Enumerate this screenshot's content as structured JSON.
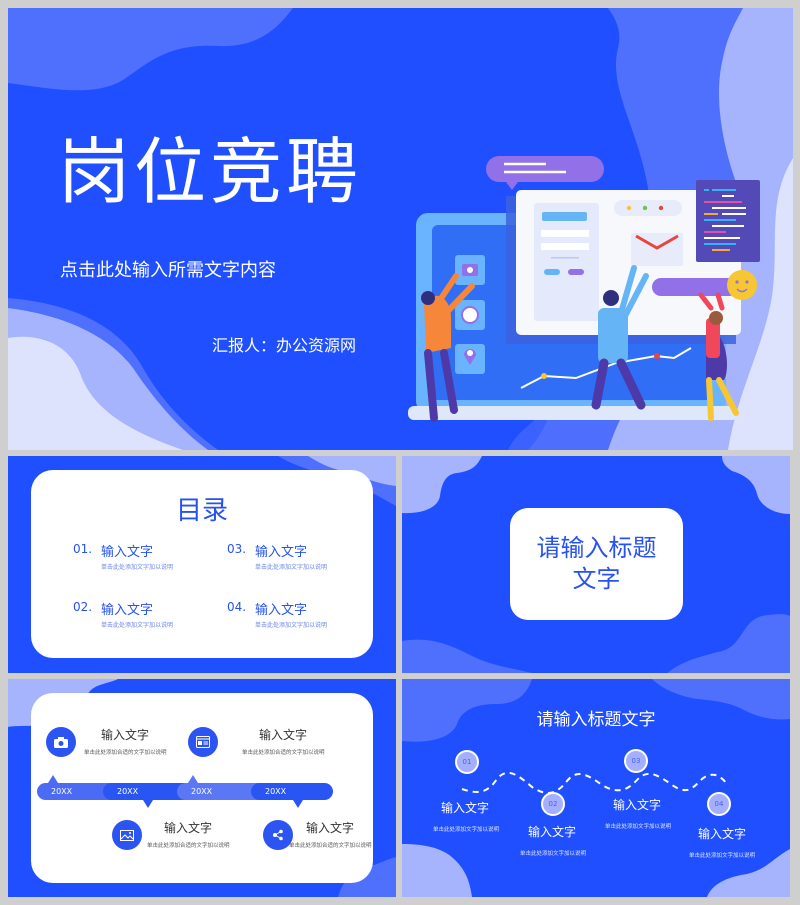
{
  "colors": {
    "primary_blue": "#1f4fff",
    "mid_blue": "#4f6ffd",
    "light_blue": "#a5b4fd",
    "pale_blue": "#dde2fd",
    "frame_gray": "#cfcfcf",
    "card_white": "#ffffff",
    "purple": "#9170e8",
    "accent_yellow": "#f7c633"
  },
  "cover": {
    "title": "岗位竞聘",
    "subtitle": "点击此处输入所需文字内容",
    "reporter": "汇报人：办公资源网",
    "illustration": "laptop-team-illustration"
  },
  "toc": {
    "title": "目录",
    "items": [
      {
        "num": "01.",
        "label": "输入文字",
        "desc": "单击此处添加文字加以说明"
      },
      {
        "num": "02.",
        "label": "输入文字",
        "desc": "单击此处添加文字加以说明"
      },
      {
        "num": "03.",
        "label": "输入文字",
        "desc": "单击此处添加文字加以说明"
      },
      {
        "num": "04.",
        "label": "输入文字",
        "desc": "单击此处添加文字加以说明"
      }
    ]
  },
  "section": {
    "title": "请输入标题文字"
  },
  "timeline": {
    "items": [
      {
        "icon": "camera-icon",
        "title": "输入文字",
        "desc": "单击此处添加合适的文字加以说明",
        "year": "20XX"
      },
      {
        "icon": "image-icon",
        "title": "输入文字",
        "desc": "单击此处添加合适的文字加以说明",
        "year": "20XX"
      },
      {
        "icon": "browser-window-icon",
        "title": "输入文字",
        "desc": "单击此处添加合适的文字加以说明",
        "year": "20XX"
      },
      {
        "icon": "share-icon",
        "title": "输入文字",
        "desc": "单击此处添加合适的文字加以说明",
        "year": "20XX"
      }
    ]
  },
  "wave": {
    "title": "请输入标题文字",
    "items": [
      {
        "num": "01",
        "label": "输入文字",
        "desc": "单击此处添加文字加以说明"
      },
      {
        "num": "02",
        "label": "输入文字",
        "desc": "单击此处添加文字加以说明"
      },
      {
        "num": "03",
        "label": "输入文字",
        "desc": "单击此处添加文字加以说明"
      },
      {
        "num": "04",
        "label": "输入文字",
        "desc": "单击此处添加文字加以说明"
      }
    ]
  }
}
